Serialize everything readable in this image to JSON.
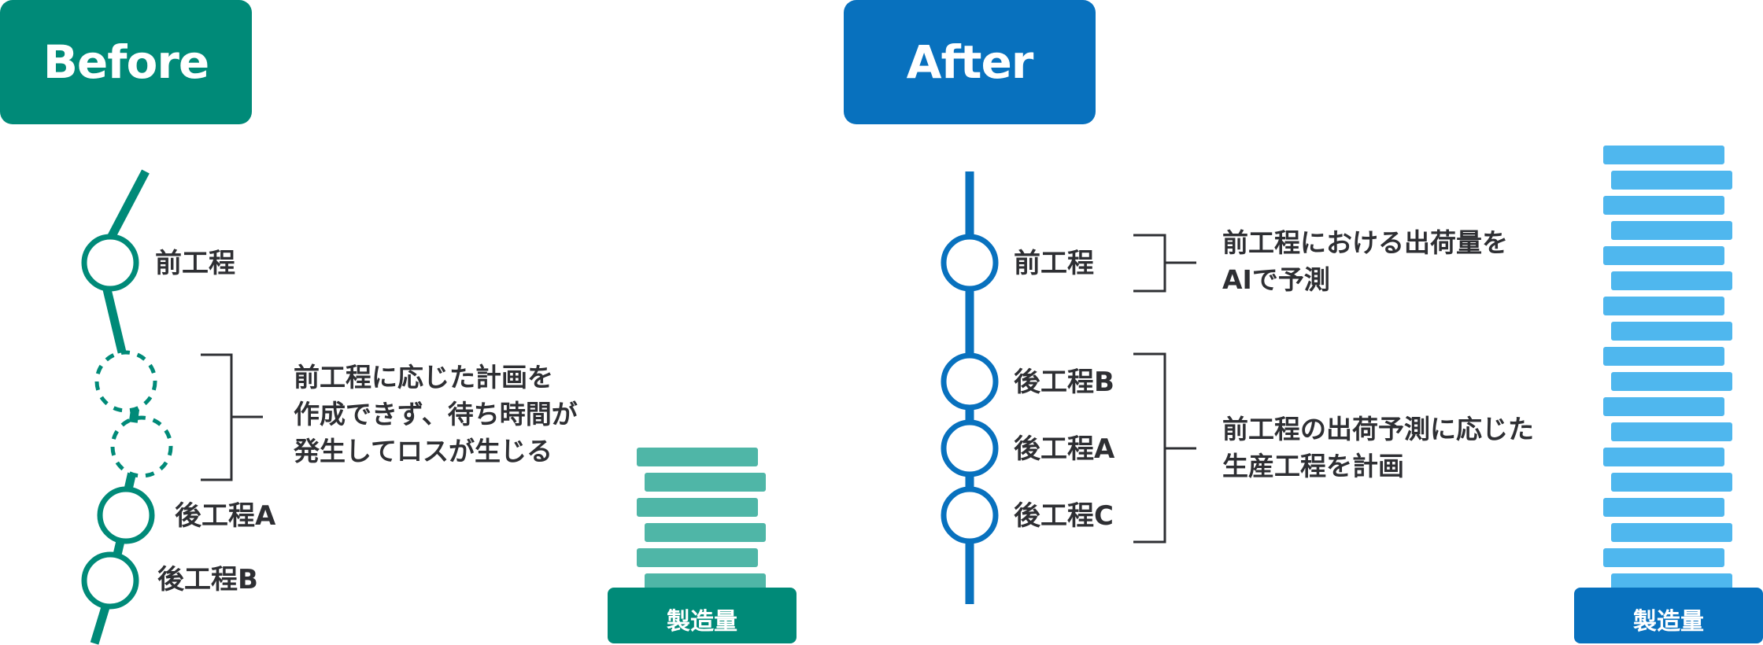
{
  "before": {
    "title": "Before",
    "color": "#008a78",
    "stack_color": "#4fb6a7",
    "steps": [
      "前工程",
      "後工程A",
      "後工程B"
    ],
    "note": [
      "前工程に応じた計画を",
      "作成できず、待ち時間が",
      "発生してロスが生じる"
    ],
    "base_label": "製造量",
    "stack_count": 6
  },
  "after": {
    "title": "After",
    "color": "#0871be",
    "stack_color": "#4fb7ee",
    "steps": [
      "前工程",
      "後工程B",
      "後工程A",
      "後工程C"
    ],
    "note1": [
      "前工程における出荷量を",
      "AIで予測"
    ],
    "note2": [
      "前工程の出荷予測に応じた",
      "生産工程を計画"
    ],
    "base_label": "製造量",
    "stack_count": 18
  }
}
